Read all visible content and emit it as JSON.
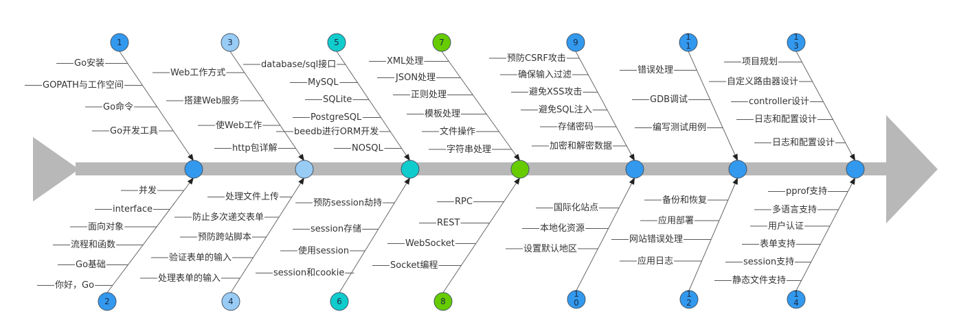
{
  "colors": {
    "spine": "#b8b8b8",
    "rib": "#666666",
    "dash": "#aaaaaa",
    "dark_dash": "#555555"
  },
  "groups": [
    {
      "id": "1",
      "num_lines": [
        "1"
      ],
      "color": "#3399ee",
      "items": [
        "Go安装",
        "GOPATH与工作空间",
        "Go命令",
        "Go开发工具"
      ]
    },
    {
      "id": "2",
      "num_lines": [
        "2"
      ],
      "color": "#3399ee",
      "items": [
        "并发",
        "interface",
        "面向对象",
        "流程和函数",
        "Go基础",
        "你好，Go"
      ]
    },
    {
      "id": "3",
      "num_lines": [
        "3"
      ],
      "color": "#99ccf5",
      "items": [
        "Web工作方式",
        "搭建Web服务",
        "使Web工作",
        "http包详解"
      ]
    },
    {
      "id": "4",
      "num_lines": [
        "4"
      ],
      "color": "#99ccf5",
      "items": [
        "处理文件上传",
        "防止多次递交表单",
        "预防跨站脚本",
        "验证表单的输入",
        "处理表单的输入"
      ]
    },
    {
      "id": "5",
      "num_lines": [
        "5"
      ],
      "color": "#11cccc",
      "items": [
        "database/sql接口",
        "MySQL",
        "SQLite",
        "PostgreSQL",
        "beedb进行ORM开发",
        "NOSQL"
      ]
    },
    {
      "id": "6",
      "num_lines": [
        "6"
      ],
      "color": "#11cccc",
      "items": [
        "预防session劫持",
        "session存储",
        "使用session",
        "session和cookie"
      ]
    },
    {
      "id": "7",
      "num_lines": [
        "7"
      ],
      "color": "#66cc00",
      "items": [
        "XML处理",
        "JSON处理",
        "正则处理",
        "模板处理",
        "文件操作",
        "字符串处理"
      ]
    },
    {
      "id": "8",
      "num_lines": [
        "8"
      ],
      "color": "#66cc00",
      "items": [
        "RPC",
        "REST",
        "WebSocket",
        "Socket编程"
      ]
    },
    {
      "id": "9",
      "num_lines": [
        "9"
      ],
      "color": "#3399ee",
      "items": [
        "预防CSRF攻击",
        "确保输入过滤",
        "避免XSS攻击",
        "避免SQL注入",
        "存储密码",
        "加密和解密数据"
      ]
    },
    {
      "id": "10",
      "num_lines": [
        "1",
        "0"
      ],
      "color": "#3399ee",
      "items": [
        "国际化站点",
        "本地化资源",
        "设置默认地区"
      ]
    },
    {
      "id": "11",
      "num_lines": [
        "1",
        "1"
      ],
      "color": "#3399ee",
      "items": [
        "错误处理",
        "GDB调试",
        "编写测试用例"
      ]
    },
    {
      "id": "12",
      "num_lines": [
        "1",
        "2"
      ],
      "color": "#3399ee",
      "items": [
        "备份和恢复",
        "应用部署",
        "网站错误处理",
        "应用日志"
      ]
    },
    {
      "id": "13",
      "num_lines": [
        "1",
        "3"
      ],
      "color": "#3399ee",
      "items": [
        "项目规划",
        "自定义路由器设计",
        "controller设计",
        "日志和配置设计",
        "日志和配置设计"
      ]
    },
    {
      "id": "14",
      "num_lines": [
        "1",
        "4"
      ],
      "color": "#3399ee",
      "items": [
        "pprof支持",
        "多语言支持",
        "用户认证",
        "表单支持",
        "session支持",
        "静态文件支持"
      ]
    }
  ]
}
